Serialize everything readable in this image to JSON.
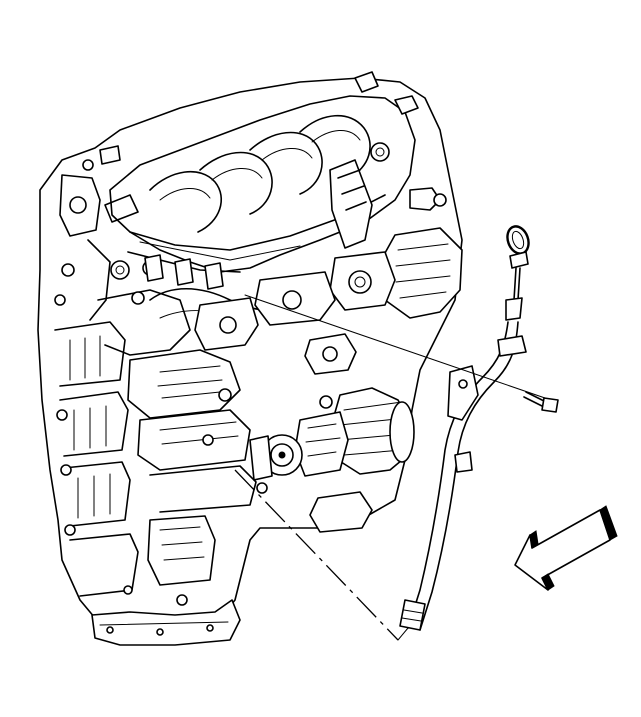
{
  "illustration": {
    "components": [
      "engine-block",
      "intake-manifold",
      "starter-motor",
      "oil-pan",
      "oil-level-indicator-tube",
      "oil-level-indicator",
      "tube-bracket",
      "tube-bolt",
      "view-arrow"
    ],
    "line_color": "#000000",
    "background": "#ffffff"
  }
}
